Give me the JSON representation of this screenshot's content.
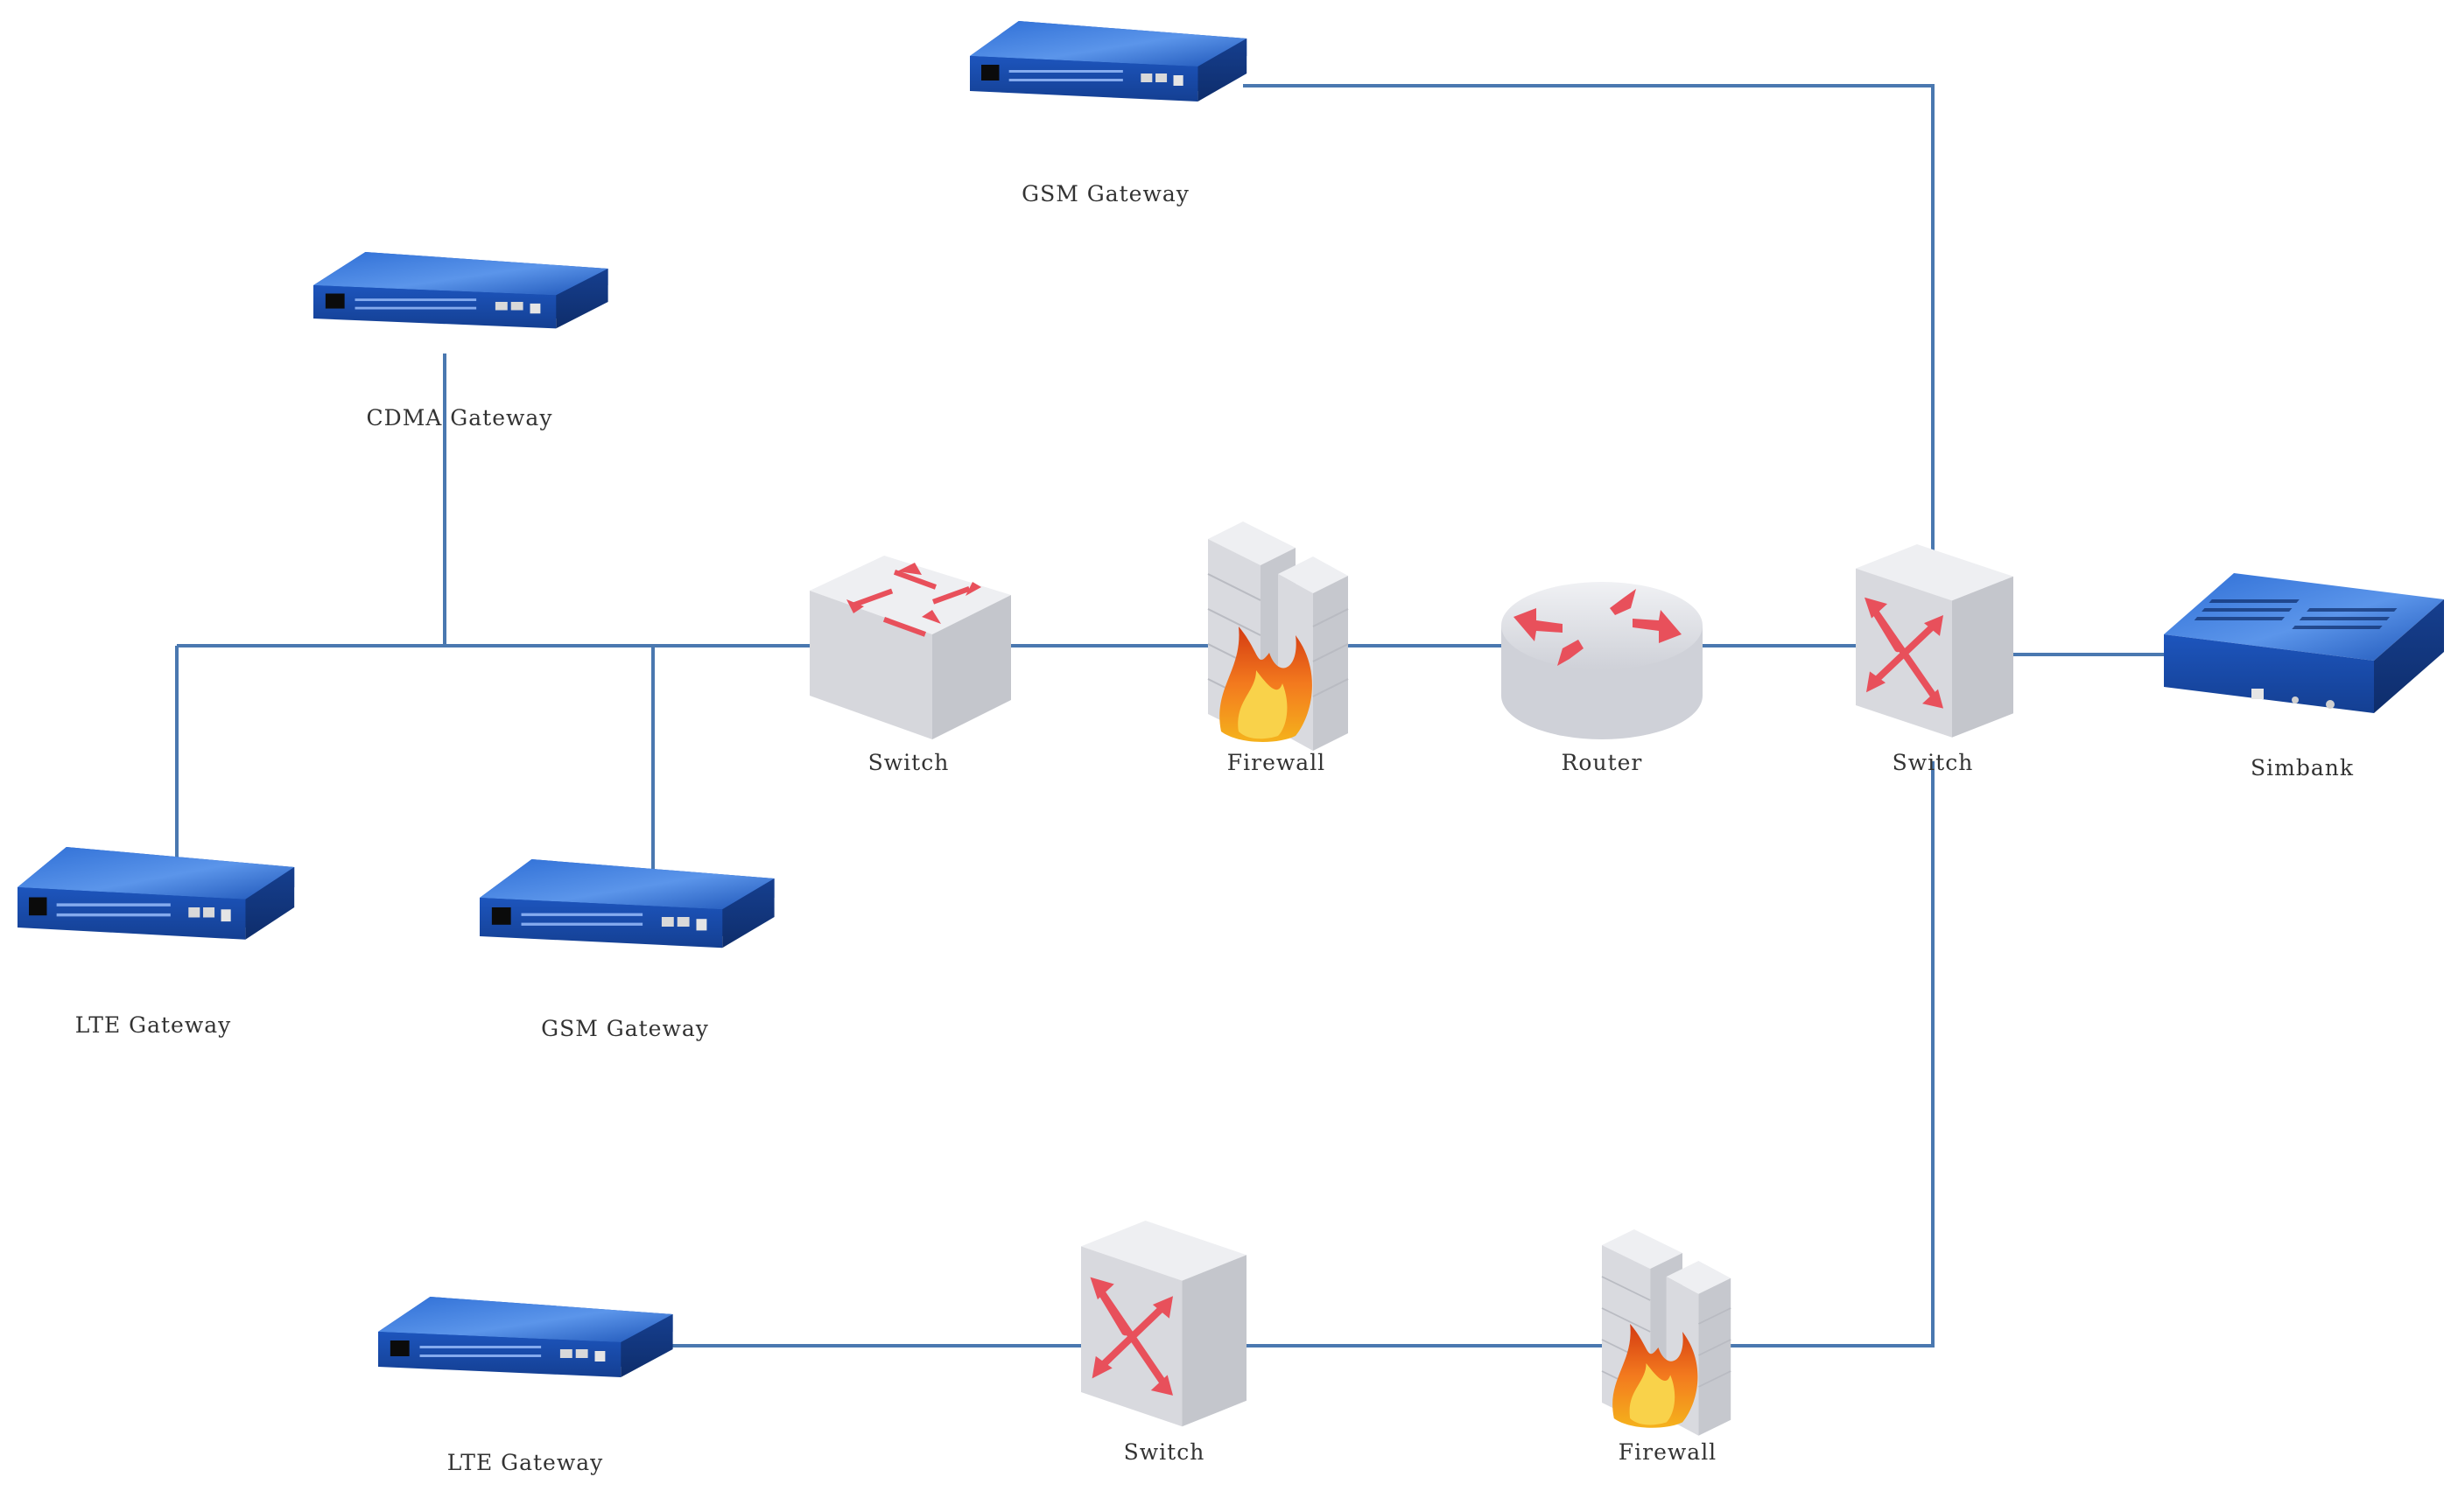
{
  "colors": {
    "link": "#4a78b0",
    "device_blue": "#1f56b8",
    "device_dark": "#123a86",
    "switch_gray": "#dcdde2",
    "arrow_red": "#e8505b",
    "flame_orange": "#f37a1e"
  },
  "nodes": {
    "gsm_gateway_top": {
      "label": "GSM Gateway",
      "icon": "gateway-icon"
    },
    "cdma_gateway": {
      "label": "CDMA Gateway",
      "icon": "gateway-icon"
    },
    "lte_gateway_left": {
      "label": "LTE Gateway",
      "icon": "gateway-icon"
    },
    "gsm_gateway_mid": {
      "label": "GSM Gateway",
      "icon": "gateway-icon"
    },
    "switch_left": {
      "label": "Switch",
      "icon": "switch-icon"
    },
    "firewall_mid": {
      "label": "Firewall",
      "icon": "firewall-icon"
    },
    "router": {
      "label": "Router",
      "icon": "router-icon"
    },
    "switch_right": {
      "label": "Switch",
      "icon": "switch-tower-icon"
    },
    "simbank": {
      "label": "Simbank",
      "icon": "simbank-icon"
    },
    "lte_gateway_bottom": {
      "label": "LTE Gateway",
      "icon": "gateway-icon"
    },
    "switch_bottom": {
      "label": "Switch",
      "icon": "switch-tower-icon"
    },
    "firewall_bottom": {
      "label": "Firewall",
      "icon": "firewall-icon"
    }
  }
}
